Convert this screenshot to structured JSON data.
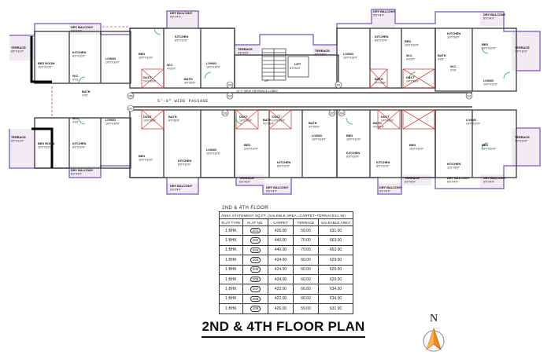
{
  "plan": {
    "passage": "5'-0\" WIDE PASSAGE",
    "entrance_lobby": "10' 0\" WIDE  ENTRANCE LOBBY",
    "up": "UP",
    "lift": {
      "name": "LIFT",
      "size": "6'3\"X6'3\""
    },
    "rooms": [
      {
        "id": "terrace-w1",
        "name": "TERRACE",
        "size": "6'0\"X11'0\""
      },
      {
        "id": "bed-w1",
        "name": "BED ROOM",
        "size": "10'0\"X10'0\""
      },
      {
        "id": "dry-w1",
        "name": "DRY BALCONY",
        "size": "6'0\"X4'0\""
      },
      {
        "id": "kitchen-w1",
        "name": "KITCHEN",
        "size": "8'0\"X10'0\""
      },
      {
        "id": "living-w1",
        "name": "LIVING",
        "size": "10'0\"X14'0\""
      },
      {
        "id": "wc-w1",
        "name": "W.C.",
        "size": "4'X3'"
      },
      {
        "id": "bath-w1",
        "name": "BATH",
        "size": "4'X5'"
      },
      {
        "id": "living-w2",
        "name": "LIVING",
        "size": "10'0\"X14'0\""
      },
      {
        "id": "wc-w2",
        "name": "W.C.",
        "size": "4'X3'"
      },
      {
        "id": "terrace-w2",
        "name": "TERRACE",
        "size": "6'0\"X11'0\""
      },
      {
        "id": "bed-w2",
        "name": "BED ROOM",
        "size": "10'0\"X10'0\""
      },
      {
        "id": "kitchen-w2",
        "name": "KITCHEN",
        "size": "8'0\"X10'0\""
      },
      {
        "id": "dry-w2",
        "name": "DRY BALCONY",
        "size": "6'0\"X4'0\""
      },
      {
        "id": "dry-n1",
        "name": "DRY BALCONY",
        "size": "6'6\"X4'0\""
      },
      {
        "id": "kitchen-n1",
        "name": "KITCHEN",
        "size": "8'6\"X10'0\""
      },
      {
        "id": "bed-n1",
        "name": "BED",
        "size": "10'0\"X10'0\""
      },
      {
        "id": "wc-n1",
        "name": "W.C.",
        "size": "4'X3'0\""
      },
      {
        "id": "duct-n1",
        "name": "DUCT",
        "size": "14'0\"X8'6\""
      },
      {
        "id": "living-n1",
        "name": "LIVING",
        "size": "10'0\"X14'0\""
      },
      {
        "id": "bath-n1",
        "name": "BATH",
        "size": "4'0\"X6'0\""
      },
      {
        "id": "terrace-n1",
        "name": "TERRACE",
        "size": "6'6\"X6'0\""
      },
      {
        "id": "dry-n2",
        "name": "DRY BALCONY",
        "size": "6'6\"X4'0\""
      },
      {
        "id": "kitchen-n2",
        "name": "KITCHEN",
        "size": "8'6\"X10'0\""
      },
      {
        "id": "terrace-n2",
        "name": "TERRACE",
        "size": "6'6\"X6'0\""
      },
      {
        "id": "living-n2",
        "name": "LIVING",
        "size": "10'0\"X14'0\""
      },
      {
        "id": "bath-n2",
        "name": "BATH",
        "size": "4'0\"X6'0\""
      },
      {
        "id": "bed-n2",
        "name": "BED",
        "size": "10'0\"X10'0\""
      },
      {
        "id": "wc-n2",
        "name": "W.C.",
        "size": "4'X3'0\""
      },
      {
        "id": "duct-n2",
        "name": "DUCT",
        "size": "14'0\"X8'6\""
      },
      {
        "id": "dry-e1",
        "name": "DRY BALCONY",
        "size": "6'0\"X4'0\""
      },
      {
        "id": "kitchen-e1",
        "name": "KITCHEN",
        "size": "11'0\"X8'0\""
      },
      {
        "id": "bed-e1",
        "name": "BED",
        "size": "10'0\"X10'0\""
      },
      {
        "id": "terrace-e1",
        "name": "TERRACE",
        "size": "7'0\"X10'0\""
      },
      {
        "id": "bath-e1",
        "name": "BATH",
        "size": "4'X5'"
      },
      {
        "id": "living-e1",
        "name": "LIVING",
        "size": "14'0\"X10'0\""
      },
      {
        "id": "wc-e1",
        "name": "W.C.",
        "size": "3'X4'"
      },
      {
        "id": "living-e2",
        "name": "LIVING",
        "size": "14'0\"X10'0\""
      },
      {
        "id": "kitchen-e2",
        "name": "KITCHEN",
        "size": "11'0\"X8'0\""
      },
      {
        "id": "bed-e2",
        "name": "BED",
        "size": "10'0\"X10'0\""
      },
      {
        "id": "terrace-e2",
        "name": "TERRACE",
        "size": "7'0\"X10'0\""
      },
      {
        "id": "dry-e2",
        "name": "DRY BALCONY",
        "size": "6'0\"X4'0\""
      },
      {
        "id": "duct-s1",
        "name": "DUCT",
        "size": "14'0\"X8'6\""
      },
      {
        "id": "bath-s1",
        "name": "BATH",
        "size": "4'0\"X6'0\""
      },
      {
        "id": "living-s1",
        "name": "LIVING",
        "size": "10'0\"X14'0\""
      },
      {
        "id": "bed-s1",
        "name": "BED",
        "size": "10'0\"X10'0\""
      },
      {
        "id": "kitchen-s1",
        "name": "KITCHEN",
        "size": "8'6\"X10'0\""
      },
      {
        "id": "dry-s1",
        "name": "DRY BALCONY",
        "size": "6'6\"X4'0\""
      },
      {
        "id": "duct-s2",
        "name": "DUCT",
        "size": "14'0\"X8'6\""
      },
      {
        "id": "bath-s2",
        "name": "BATH",
        "size": "4'0\"X6'0\""
      },
      {
        "id": "bed-s2",
        "name": "BED",
        "size": "10'0\"X10'0\""
      },
      {
        "id": "kitchen-s2",
        "name": "KITCHEN",
        "size": "8'6\"X10'0\""
      },
      {
        "id": "terrace-s1",
        "name": "TERRACE",
        "size": "6'6\"X6'0\""
      },
      {
        "id": "dry-s2",
        "name": "DRY BALCONY",
        "size": "6'6\"X4'0\""
      },
      {
        "id": "duct-s3",
        "name": "DUCT",
        "size": "14'0\"X8'6\""
      },
      {
        "id": "bath-s3",
        "name": "BATH",
        "size": "4'0\"X6'0\""
      },
      {
        "id": "living-s2",
        "name": "LIVING",
        "size": "10'0\"X14'0\""
      },
      {
        "id": "bed-s3",
        "name": "BED",
        "size": "10'0\"X10'0\""
      },
      {
        "id": "kitchen-s3",
        "name": "KITCHEN",
        "size": "8'6\"X10'0\""
      },
      {
        "id": "dry-s3",
        "name": "DRY BALCONY",
        "size": "6'6\"X4'0\""
      },
      {
        "id": "duct-s4",
        "name": "DUCT",
        "size": "14'0\"X8'6\""
      },
      {
        "id": "bath-s4",
        "name": "BATH",
        "size": "4'0\"X6'0\""
      },
      {
        "id": "bed-s4",
        "name": "BED",
        "size": "10'0\"X10'0\""
      },
      {
        "id": "kitchen-s4",
        "name": "KITCHEN",
        "size": "8'6\"X10'0\""
      },
      {
        "id": "terrace-s2",
        "name": "TERRACE",
        "size": "6'6\"X6'0\""
      },
      {
        "id": "dry-s4",
        "name": "DRY BALCONY",
        "size": "6'6\"X4'0\""
      }
    ],
    "unit_numbers": [
      "201",
      "202",
      "203",
      "204",
      "205",
      "206",
      "207",
      "208",
      "209"
    ],
    "colors": {
      "wall": "#444444",
      "terrace_fill": "#efe6f2",
      "outline": "#8a70c8",
      "duct": "#c84848"
    }
  },
  "table": {
    "floor_caption": "2ND  &  4TH  FLOOR",
    "caption": "AREA STATEMENT SQ.FT. (SALEBLE AREA =CARPET+TERRACEX1.30)",
    "headers": [
      "FLAT TYPE",
      "FLAT NO.",
      "CARPET",
      "TERRACE",
      "SALEABLE AREA"
    ],
    "rows": [
      [
        "1 BHK",
        "201",
        "426.00",
        "59.00",
        "631.00"
      ],
      [
        "1 BHK",
        "202",
        "440.00",
        "70.00",
        "663.00"
      ],
      [
        "1 BHK",
        "203",
        "440.00",
        "70.00",
        "663.00"
      ],
      [
        "1 BHK",
        "204",
        "424.00",
        "60.00",
        "629.00"
      ],
      [
        "1 BHK",
        "205",
        "424.00",
        "60.00",
        "629.00"
      ],
      [
        "1 BHK",
        "206",
        "424.00",
        "60.00",
        "629.00"
      ],
      [
        "1 BHK",
        "207",
        "422.00",
        "66.00",
        "634.00"
      ],
      [
        "1 BHK",
        "208",
        "422.00",
        "66.00",
        "634.00"
      ],
      [
        "1 BHK",
        "209",
        "426.00",
        "59.00",
        "631.00"
      ]
    ]
  },
  "title": "2ND & 4TH FLOOR PLAN",
  "north": "N"
}
